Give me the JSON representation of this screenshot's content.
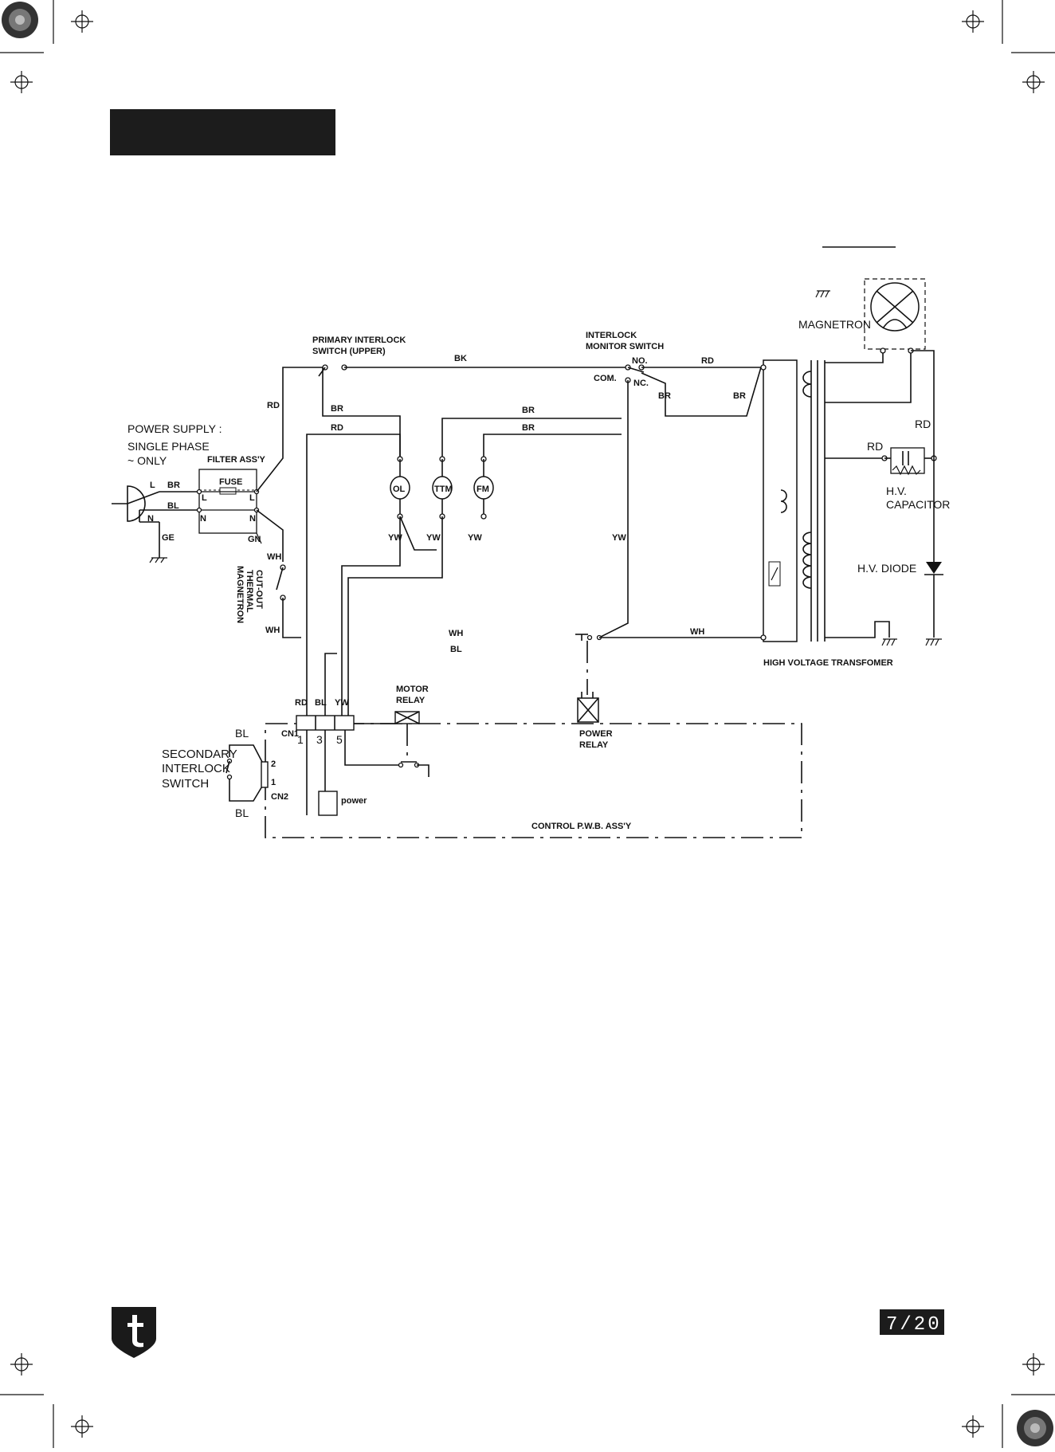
{
  "page_number": "7/20",
  "colors": {
    "ink": "#111111",
    "header_block": "#1c1c1c",
    "paper": "#ffffff"
  },
  "labels": {
    "power_supply": "POWER SUPPLY :",
    "single_phase": "SINGLE PHASE",
    "only": "~ ONLY",
    "filter": "FILTER ASS'Y",
    "fuse": "FUSE",
    "pin_l": "L",
    "pin_n": "N",
    "ge": "GE",
    "gn": "GN",
    "primary_interlock_1": "PRIMARY INTERLOCK",
    "primary_interlock_2": "SWITCH (UPPER)",
    "interlock_monitor_1": "INTERLOCK",
    "interlock_monitor_2": "MONITOR SWITCH",
    "no": "NO.",
    "com": "COM.",
    "nc": "NC.",
    "magnetron": "MAGNETRON",
    "hv_capacitor_1": "H.V.",
    "hv_capacitor_2": "CAPACITOR",
    "hv_diode": "H.V.  DIODE",
    "hv_transformer": "HIGH VOLTAGE TRANSFOMER",
    "ol": "OL",
    "ttm": "TTM",
    "fm": "FM",
    "thermal_cutout_1": "MAGNETRON",
    "thermal_cutout_2": "THERMAL",
    "thermal_cutout_3": "CUT-OUT",
    "motor_relay_1": "MOTOR",
    "motor_relay_2": "RELAY",
    "power_relay_1": "POWER",
    "power_relay_2": "RELAY",
    "secondary_1": "SECONDARY",
    "secondary_2": "INTERLOCK",
    "secondary_3": "SWITCH",
    "cn1": "CN1",
    "cn2": "CN2",
    "pin1": "1",
    "pin3": "3",
    "pin5": "5",
    "cn2_pin2": "2",
    "cn2_pin1": "1",
    "power_block": "power",
    "control_pwb": "CONTROL P.W.B. ASS'Y"
  },
  "wire_colors": {
    "br": "BR",
    "bl": "BL",
    "rd": "RD",
    "bk": "BK",
    "wh": "WH",
    "yw": "YW"
  }
}
